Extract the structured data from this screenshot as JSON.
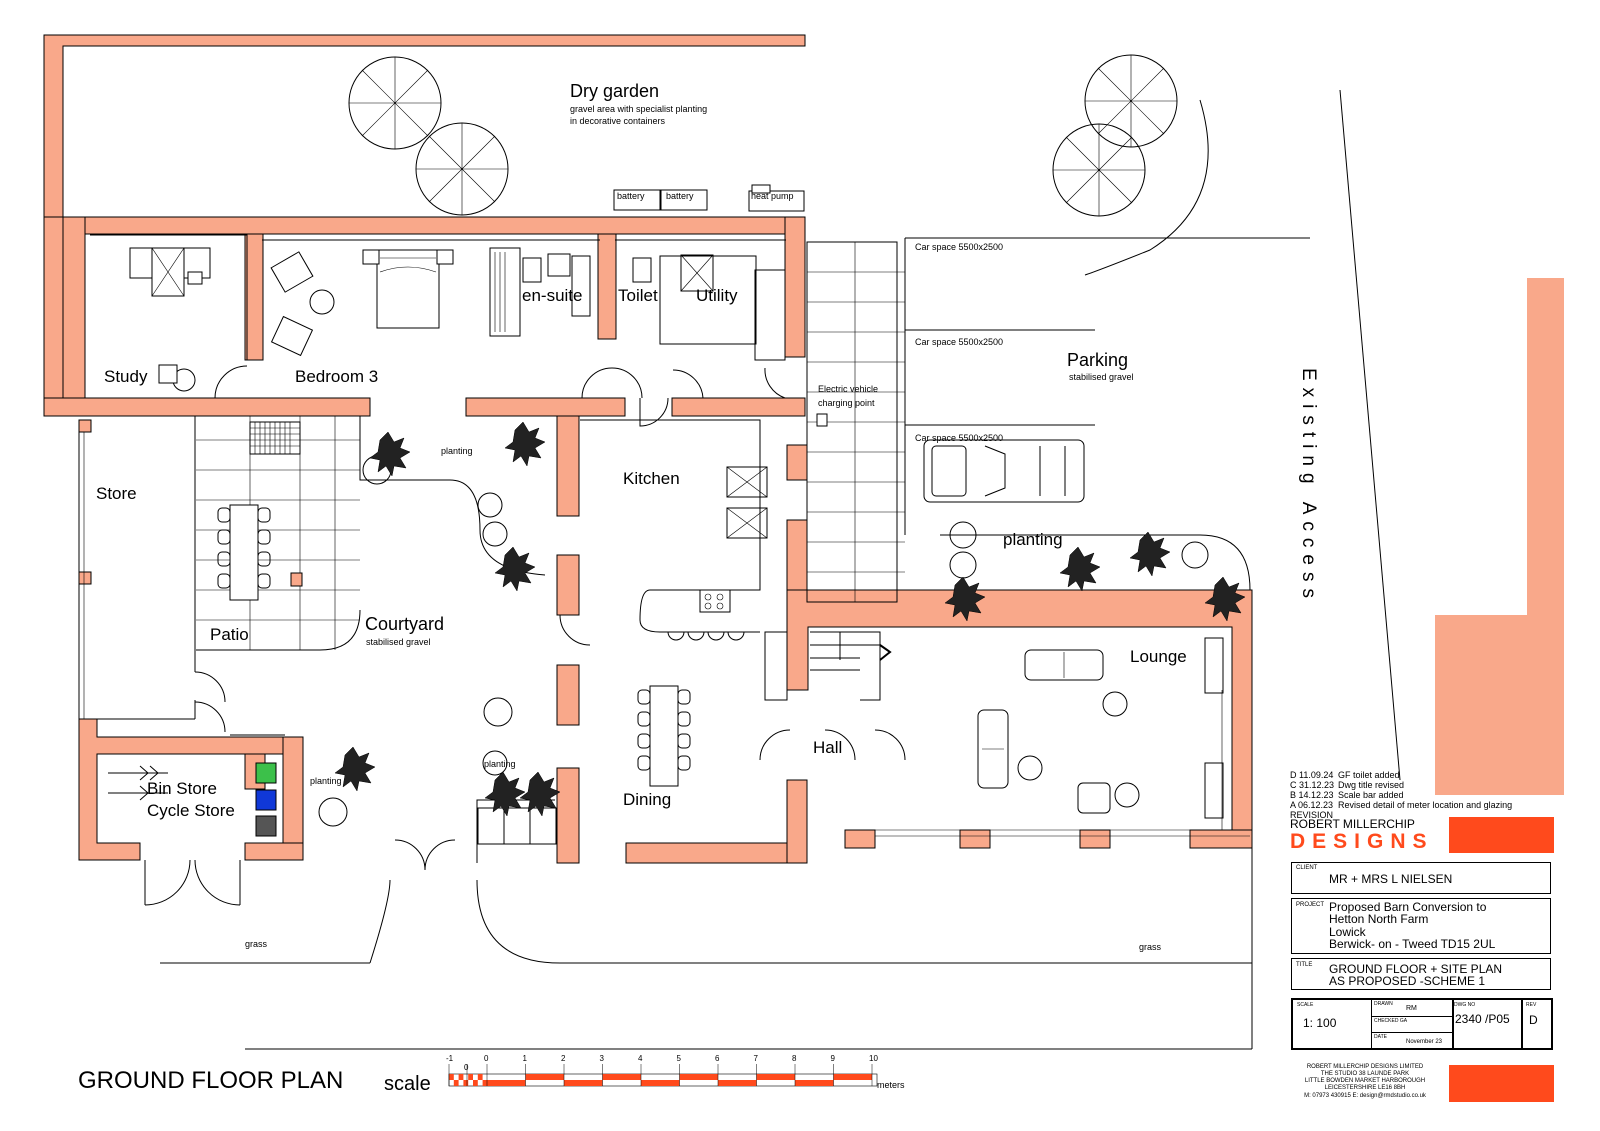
{
  "colors": {
    "wall": "#f9a88a",
    "accent": "#ff4a1c",
    "bin_green": "#3cc04a",
    "bin_blue": "#1038d8",
    "bin_grey": "#555555"
  },
  "plan": {
    "garden": {
      "title": "Dry garden",
      "line1": "gravel area with specialist planting",
      "line2": "in decorative containers"
    },
    "equipment": {
      "battery_1": "battery",
      "battery_2": "battery",
      "heat_pump": "heat pump"
    },
    "rooms": {
      "study": "Study",
      "bedroom3": "Bedroom 3",
      "ensuite": "en-suite",
      "toilet": "Toilet",
      "utility": "Utility",
      "store": "Store",
      "kitchen": "Kitchen",
      "patio": "Patio",
      "courtyard": "Courtyard",
      "courtyard_sub": "stabilised gravel",
      "bin_store": "Bin Store",
      "cycle_store": "Cycle Store",
      "dining": "Dining",
      "hall": "Hall",
      "lounge": "Lounge"
    },
    "planting": {
      "p1": "planting",
      "p2": "planting",
      "p3": "planting",
      "p4": "planting"
    },
    "parking": {
      "title": "Parking",
      "sub": "stabilised gravel",
      "car1": "Car space 5500x2500",
      "car2": "Car space 5500x2500",
      "car3": "Car space 5500x2500",
      "ev_1": "Electric vehicle",
      "ev_2": "charging point"
    },
    "access": "Existing Access",
    "grass_1": "grass",
    "grass_2": "grass"
  },
  "title_label": "GROUND FLOOR PLAN",
  "scale_bar": {
    "label": "scale",
    "unit": "meters",
    "ticks": [
      "-1",
      "0",
      "0",
      "1",
      "2",
      "3",
      "4",
      "5",
      "6",
      "7",
      "8",
      "9",
      "10"
    ]
  },
  "revisions": {
    "rows": [
      {
        "rev": "D 11.09.24",
        "text": "GF toilet added"
      },
      {
        "rev": "C 31.12.23",
        "text": "Dwg title revised"
      },
      {
        "rev": "B 14.12.23",
        "text": "Scale bar added"
      },
      {
        "rev": "A 06.12.23",
        "text": "Revised detail of meter location and glazing"
      }
    ],
    "header": "REVISION"
  },
  "firm": {
    "name_top": "ROBERT MILLERCHIP",
    "name_bottom": "DESIGNS"
  },
  "client": {
    "label": "CLIENT",
    "value": "MR + MRS L  NIELSEN"
  },
  "project": {
    "label": "PROJECT",
    "line1": "Proposed Barn Conversion to",
    "line2": "Hetton North Farm",
    "line3": "Lowick",
    "line4": "Berwick- on - Tweed  TD15 2UL"
  },
  "title_block": {
    "label": "TITLE",
    "line1": "GROUND FLOOR + SITE PLAN",
    "line2": "AS PROPOSED -SCHEME 1"
  },
  "meta": {
    "scale_label": "SCALE",
    "scale_value": "1: 100",
    "drawn_label": "DRAWN",
    "drawn_value": "RM",
    "checked_label": "CHECKED GA",
    "date_label": "DATE",
    "date_value": "November 23",
    "dwg_label": "DWG NO",
    "dwg_value": "2340 /P05",
    "rev_label": "REV",
    "rev_value": "D"
  },
  "address": {
    "l1": "ROBERT MILLERCHIP  DESIGNS  LIMITED",
    "l2": "THE STUDIO  38 LAUNDE PARK",
    "l3": "LITTLE BOWDEN MARKET HARBOROUGH",
    "l4": "LEICESTERSHIRE  LE16 8BH",
    "l5": "M:  07973 430915  E: design@rmdstudio.co.uk"
  }
}
